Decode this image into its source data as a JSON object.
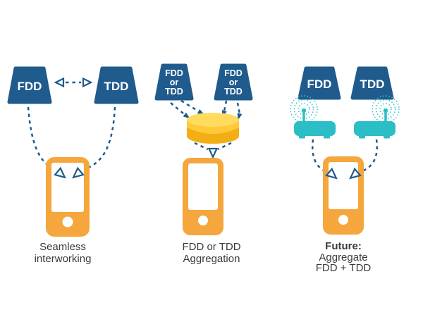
{
  "colors": {
    "tower_blue": "#1F5B8C",
    "phone_orange": "#F5A63C",
    "router_teal": "#2BBEC6",
    "aggregator_yellow": "#FFC93A",
    "aggregator_yellow_dark": "#F2AF14",
    "aggregator_yellow_light": "#FFDB5E",
    "caption_text": "#3B3B3B",
    "background": "#FFFFFF"
  },
  "icons": {
    "tower": "trapezoid-network-tower-icon",
    "phone": "smartphone-icon",
    "router": "wireless-router-icon",
    "aggregator": "cylinder-aggregator-icon",
    "signal": "radio-waves-icon",
    "link": "dashed-arrow-link"
  },
  "panels": {
    "left": {
      "tower1_label": "FDD",
      "tower2_label": "TDD",
      "caption_line1": "Seamless",
      "caption_line2": "interworking"
    },
    "middle": {
      "tower1_line1": "FDD",
      "tower1_line2": "or",
      "tower1_line3": "TDD",
      "tower2_line1": "FDD",
      "tower2_line2": "or",
      "tower2_line3": "TDD",
      "caption_line1": "FDD or TDD",
      "caption_line2": "Aggregation"
    },
    "right": {
      "tower1_label": "FDD",
      "tower2_label": "TDD",
      "caption_line1": "Future:",
      "caption_line2": "Aggregate",
      "caption_line3": "FDD + TDD"
    }
  }
}
